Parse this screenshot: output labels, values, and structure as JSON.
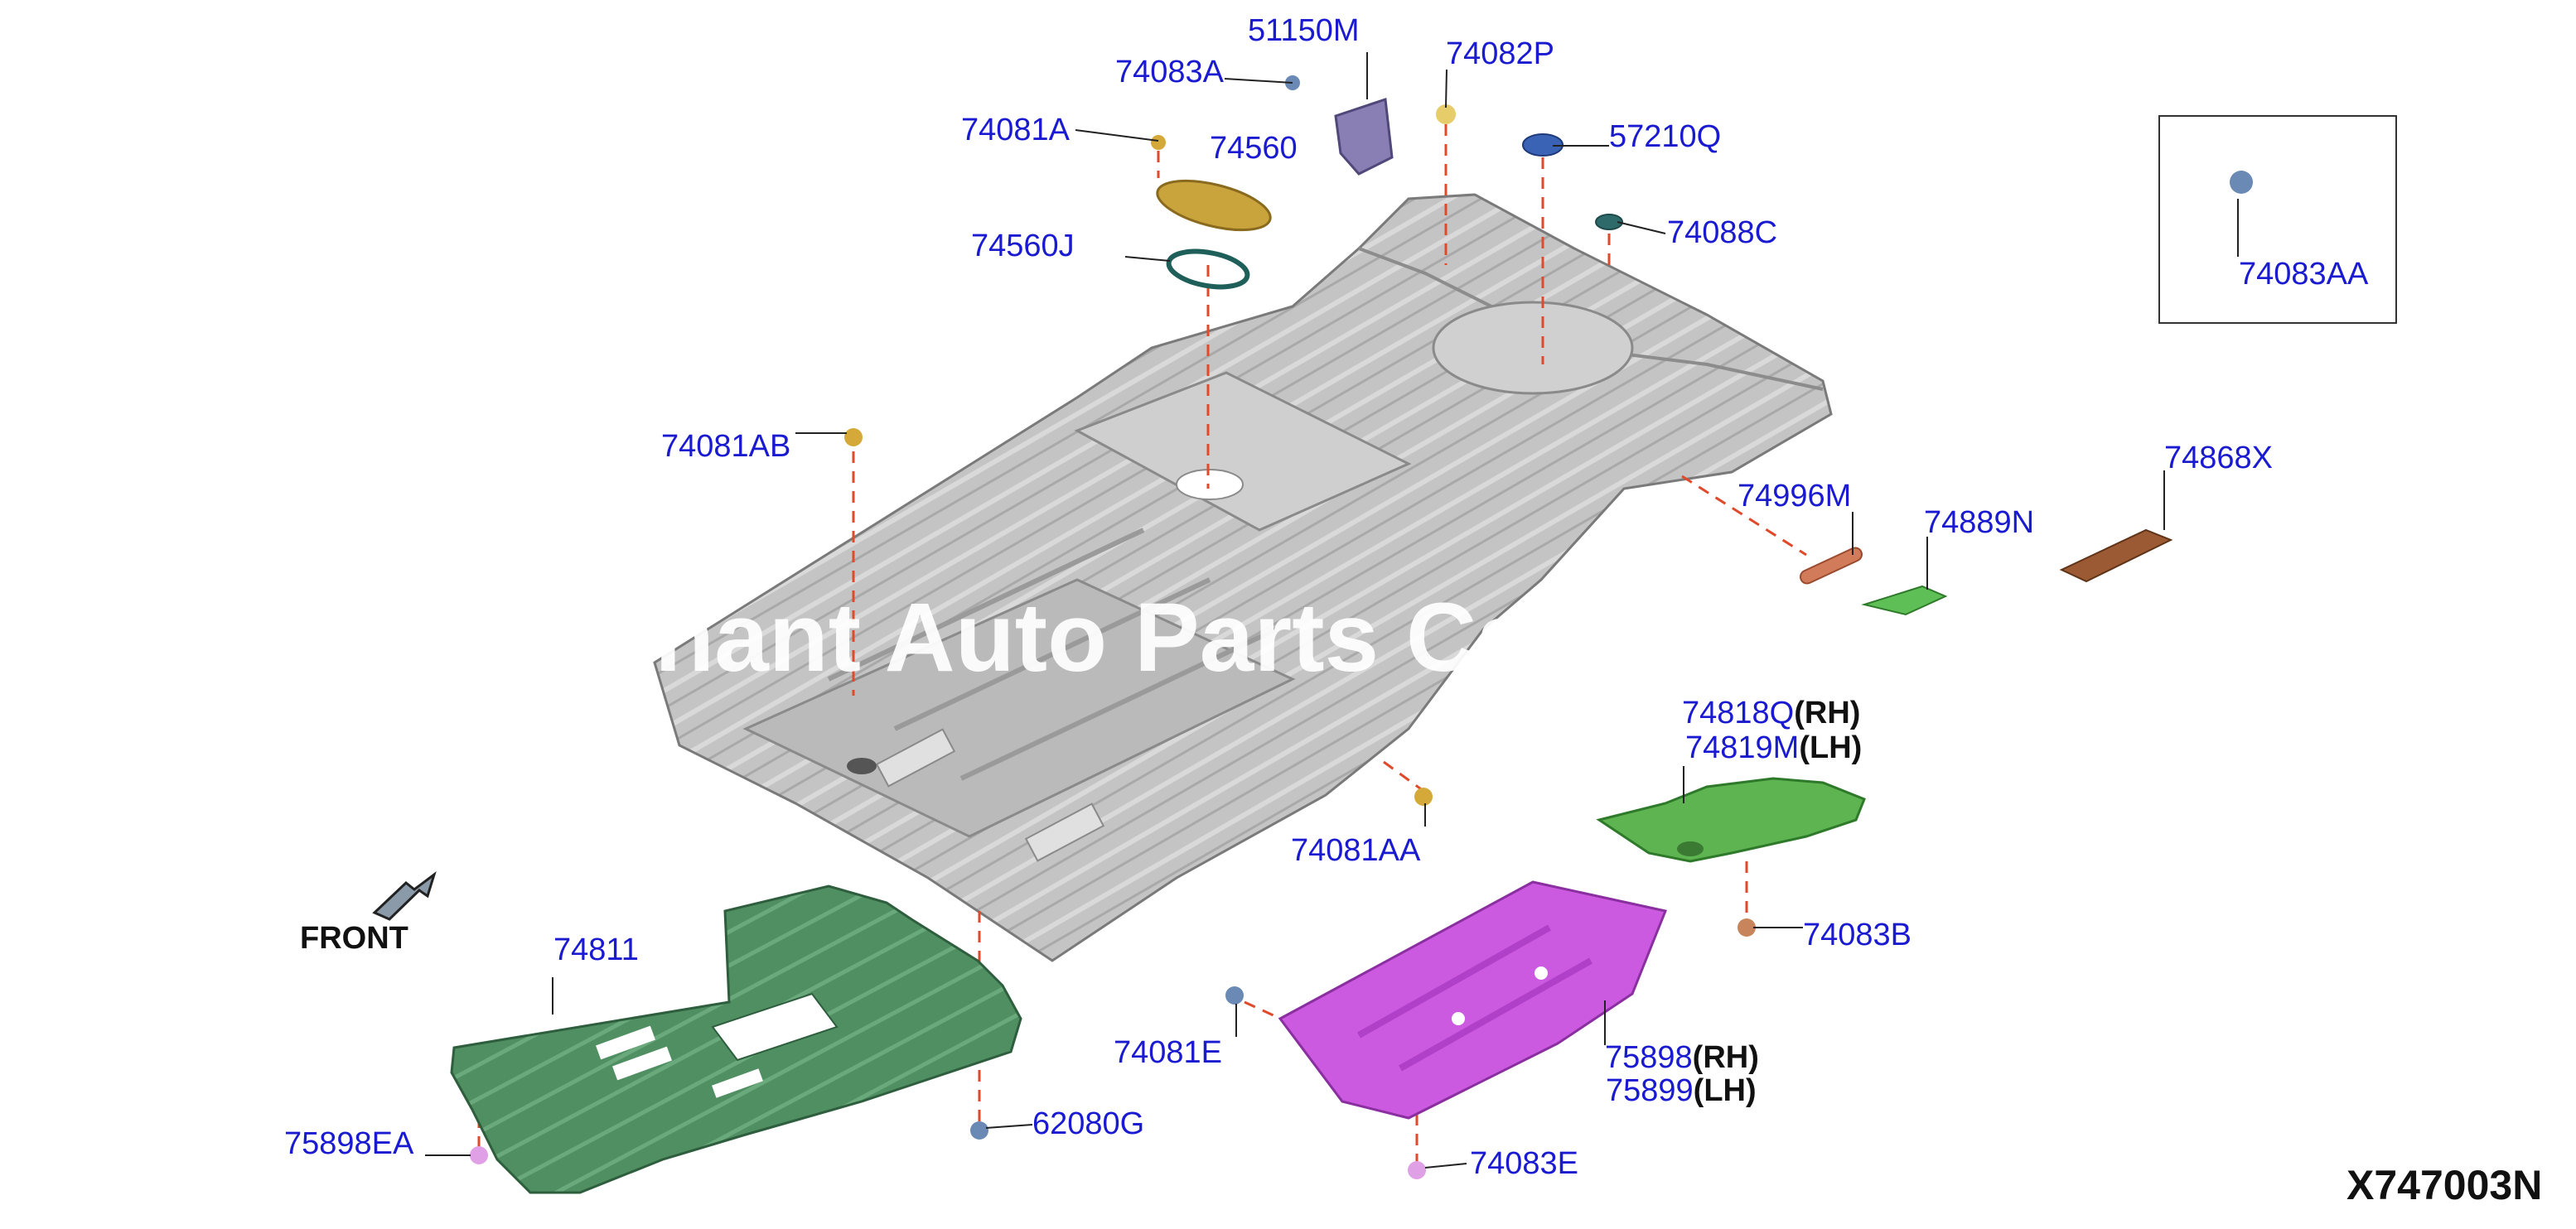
{
  "diagram": {
    "code": "X747003N",
    "front_label": "FRONT",
    "watermark": "hant Auto Parts Cat",
    "colors": {
      "label": "#1a1ad0",
      "leader": "#e04a2a",
      "floor_panel": "#bdbdbd",
      "front_undercover": "#4f8f62",
      "side_undercover_rh": "#5fb452",
      "rear_undercover": "#cc5ae0",
      "plate_74560": "#c9a43c",
      "pad_74868x": "#9b5a34",
      "patch_74889n": "#5fbf57"
    },
    "parts": [
      {
        "number": "51150M"
      },
      {
        "number": "74082P"
      },
      {
        "number": "74083A"
      },
      {
        "number": "74081A"
      },
      {
        "number": "74560"
      },
      {
        "number": "57210Q"
      },
      {
        "number": "74560J"
      },
      {
        "number": "74088C"
      },
      {
        "number": "74083AA"
      },
      {
        "number": "74081AB"
      },
      {
        "number": "74868X"
      },
      {
        "number": "74996M"
      },
      {
        "number": "74889N"
      },
      {
        "number": "74818Q",
        "side": "(RH)"
      },
      {
        "number": "74819M",
        "side": "(LH)"
      },
      {
        "number": "74081AA"
      },
      {
        "number": "74083B"
      },
      {
        "number": "74811"
      },
      {
        "number": "74081E"
      },
      {
        "number": "75898",
        "side": "(RH)"
      },
      {
        "number": "75899",
        "side": "(LH)"
      },
      {
        "number": "75898EA"
      },
      {
        "number": "62080G"
      },
      {
        "number": "74083E"
      }
    ]
  }
}
